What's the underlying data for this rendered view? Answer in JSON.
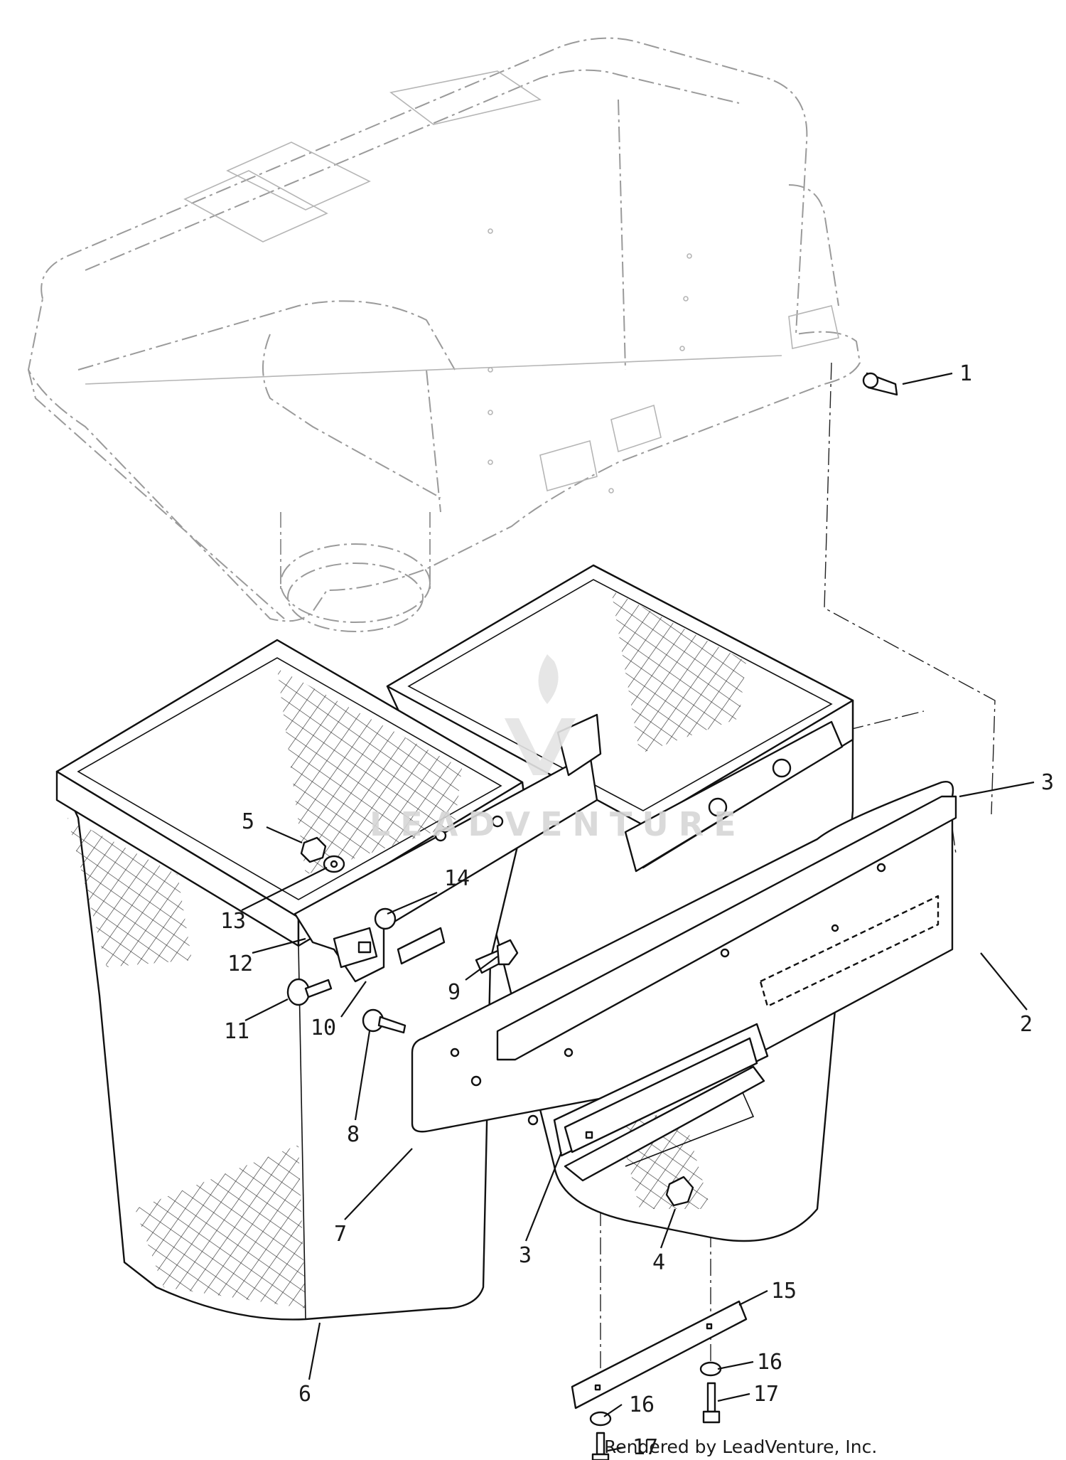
{
  "diagram": {
    "footer": "Rendered by LeadVenture, Inc.",
    "watermark_text": "LEADVENTURE",
    "callouts": [
      {
        "id": "c1",
        "label": "1"
      },
      {
        "id": "c2",
        "label": "2"
      },
      {
        "id": "c3a",
        "label": "3"
      },
      {
        "id": "c3b",
        "label": "3"
      },
      {
        "id": "c4",
        "label": "4"
      },
      {
        "id": "c5",
        "label": "5"
      },
      {
        "id": "c6",
        "label": "6"
      },
      {
        "id": "c7",
        "label": "7"
      },
      {
        "id": "c8",
        "label": "8"
      },
      {
        "id": "c9",
        "label": "9"
      },
      {
        "id": "c10",
        "label": "10"
      },
      {
        "id": "c11",
        "label": "11"
      },
      {
        "id": "c12",
        "label": "12"
      },
      {
        "id": "c13",
        "label": "13"
      },
      {
        "id": "c14",
        "label": "14"
      },
      {
        "id": "c15",
        "label": "15"
      },
      {
        "id": "c16a",
        "label": "16"
      },
      {
        "id": "c16b",
        "label": "16"
      },
      {
        "id": "c17a",
        "label": "17"
      },
      {
        "id": "c17b",
        "label": "17"
      }
    ]
  }
}
